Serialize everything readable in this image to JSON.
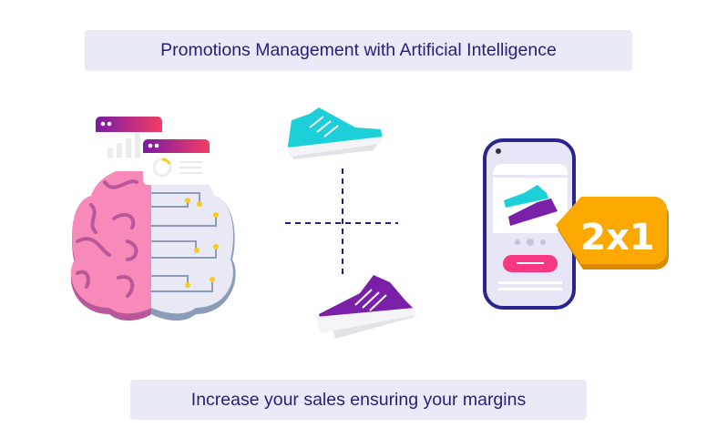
{
  "header": {
    "title": "Promotions Management with Artificial Intelligence"
  },
  "footer": {
    "subtitle": "Increase your sales ensuring your margins"
  },
  "badge": {
    "label": "2x1"
  },
  "colors": {
    "banner_bg": "#e9eaf8",
    "text": "#231f7c",
    "brain_pink": "#f78ab8",
    "sneaker_cyan": "#1ccfd9",
    "sneaker_purple": "#7a1fa8",
    "badge_orange": "#fba800",
    "button_pink": "#f7377f"
  }
}
